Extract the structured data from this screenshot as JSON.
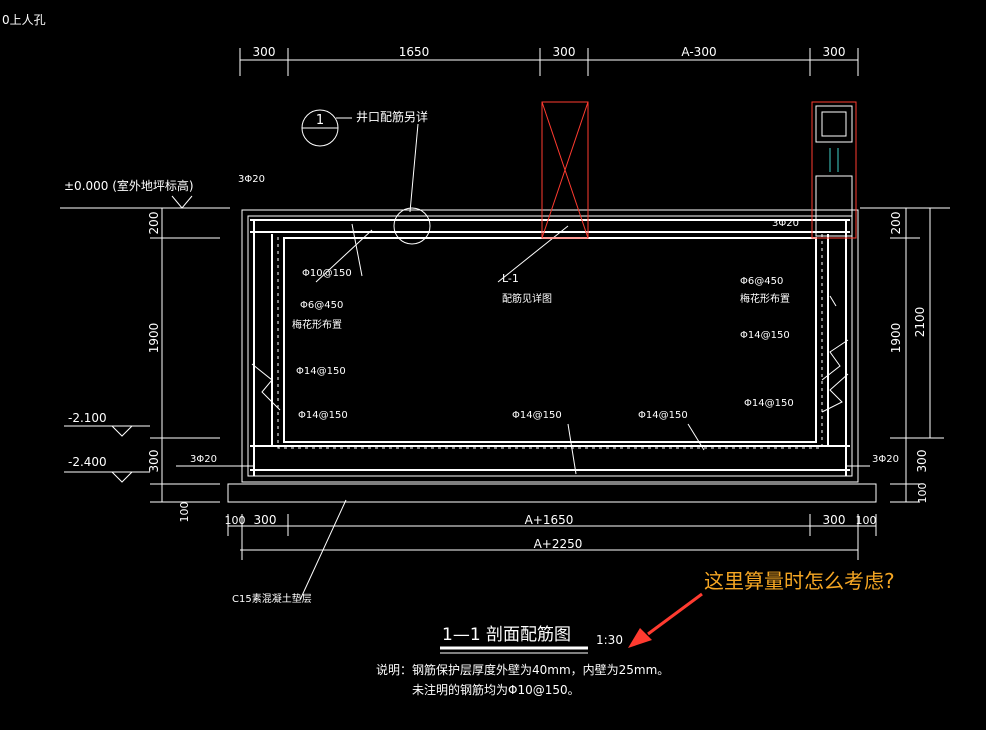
{
  "corner_label": "0上人孔",
  "dims_top": [
    "300",
    "1650",
    "300",
    "A-300",
    "300"
  ],
  "dims_bottom_1": [
    "100",
    "300",
    "A+1650",
    "300",
    "100"
  ],
  "dims_bottom_2": "A+2250",
  "dims_left": [
    "200",
    "1900",
    "300",
    "100"
  ],
  "dims_right_inner": [
    "200",
    "1900",
    "300",
    "100"
  ],
  "dims_right_outer": "2100",
  "elevations": [
    "±0.000 (室外地坪标高)",
    "-2.100",
    "-2.400"
  ],
  "detail_bubble": {
    "number": "1",
    "text": "井口配筋另详"
  },
  "rebar_labels": {
    "top_left_3phi20": "3Φ20",
    "top_right_3phi20": "3Φ20",
    "phi10_150_top": "Φ10@150",
    "phi6_450_left": "Φ6@450",
    "meihua_left": "梅花形布置",
    "phi14_150_left_upper": "Φ14@150",
    "phi14_150_left_lower": "Φ14@150",
    "bottom_left_3phi20": "3Φ20",
    "bottom_right_3phi20": "3Φ20",
    "phi14_150_bottom_a": "Φ14@150",
    "phi14_150_bottom_b": "Φ14@150",
    "phi6_450_right": "Φ6@450",
    "meihua_right": "梅花形布置",
    "phi14_150_right_upper": "Φ14@150",
    "phi14_150_right_lower": "Φ14@150"
  },
  "beam_note": {
    "code": "L-1",
    "text": "配筋见详图"
  },
  "cushion_label": "C15素混凝土垫层",
  "section_title": {
    "name": "1—1  剖面配筋图",
    "scale": "1:30"
  },
  "notes": [
    "说明：钢筋保护层厚度外壁为40mm，内壁为25mm。",
    "未注明的钢筋均为Φ10@150。"
  ],
  "question": "这里算量时怎么考虑?",
  "colors": {
    "line": "#ffffff",
    "accent": "#ff3b30",
    "question": "#f5a623",
    "cyan": "#3fd0c8"
  }
}
